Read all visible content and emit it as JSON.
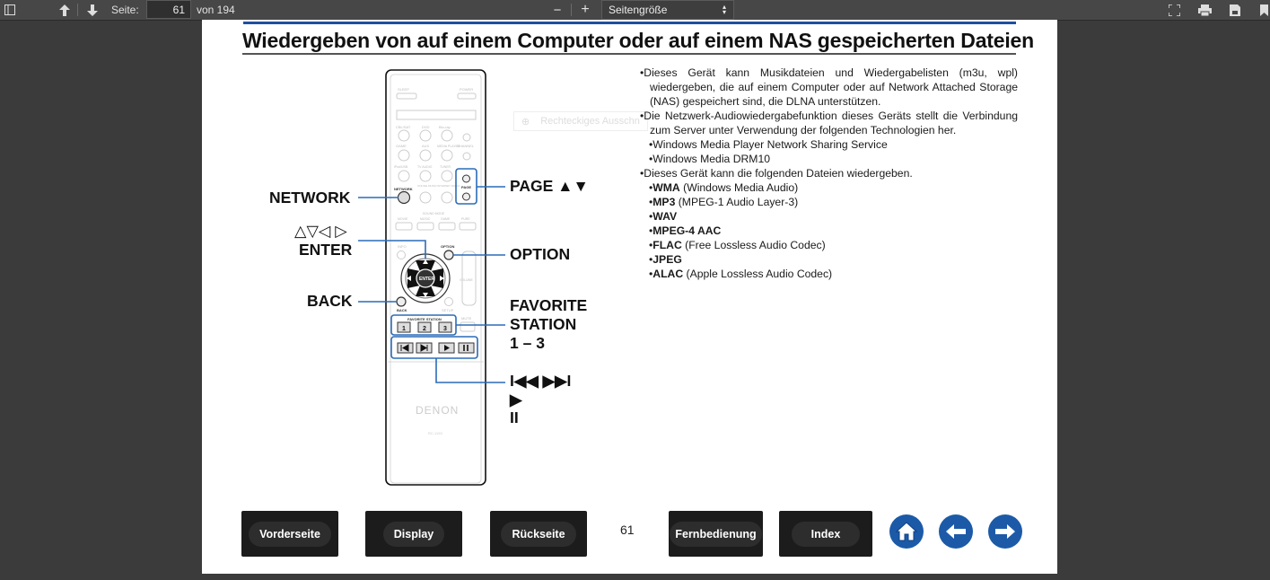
{
  "toolbar": {
    "page_label": "Seite:",
    "page_value": "61",
    "page_total": "von 194",
    "zoom_value": "Seitengröße",
    "zoom_out": "−",
    "zoom_in": "+",
    "icons": [
      "sidebar-icon",
      "arrow-up-icon",
      "arrow-down-icon",
      "fullscreen-icon",
      "print-icon",
      "save-icon",
      "bookmark-icon"
    ]
  },
  "page": {
    "title": "Wiedergeben von auf einem Computer oder auf einem NAS gespeicherten Dateien",
    "ghost_tooltip": "Rechteckiges Ausschn",
    "callouts": {
      "network": "NETWORK",
      "arrows": "△▽◁ ▷",
      "enter": "ENTER",
      "back": "BACK",
      "page": "PAGE ▲▼",
      "option": "OPTION",
      "fav1": "FAVORITE",
      "fav2": "STATION",
      "fav3": "1 – 3",
      "skip": "I◀◀ ▶▶I",
      "play": "▶",
      "pause": "II"
    },
    "remote": {
      "brand": "DENON",
      "model": "RC-1193",
      "labels": {
        "sleep": "SLEEP",
        "power": "POWER",
        "network": "NETWORK",
        "page": "PAGE",
        "option": "OPTION",
        "enter": "ENTER",
        "back": "BACK",
        "info": "INFO",
        "setup": "SETUP",
        "volume": "VOLUME",
        "mute": "MUTE",
        "fav_station": "FAVORITE STATION",
        "sound_mode": "SOUND MODE",
        "movie": "MOVIE",
        "music": "MUSIC",
        "game": "GAME",
        "pure": "PURE",
        "channel": "CHANNEL",
        "cbl_sat": "CBL/SAT",
        "dvd": "DVD",
        "bluray": "Blu-ray",
        "game_src": "GAME",
        "aux": "AUX",
        "media_player": "MEDIA PLAYER",
        "ipod_usb": "iPod/USB",
        "tv_audio": "TV AUDIO",
        "tuner": "TUNER",
        "online_music": "ONLINE MUSIC",
        "internet_radio": "INTERNET RADIO"
      },
      "fav_buttons": [
        "1",
        "2",
        "3"
      ]
    },
    "bullets": [
      {
        "type": "main",
        "text": "Dieses Gerät kann Musikdateien und Wiedergabelisten (m3u, wpl) wiedergeben, die auf einem Computer oder auf Network Attached Storage (NAS) gespeichert sind, die DLNA unterstützen."
      },
      {
        "type": "main",
        "text": "Die Netzwerk-Audiowiedergabefunktion dieses Geräts stellt die Verbindung zum Server unter Verwendung der folgenden Technologien her."
      },
      {
        "type": "sub",
        "text": "Windows Media Player Network Sharing Service"
      },
      {
        "type": "sub",
        "text": "Windows Media DRM10"
      },
      {
        "type": "main",
        "text": "Dieses Gerät kann die folgenden Dateien wiedergeben."
      }
    ],
    "formats": [
      {
        "name": "WMA",
        "desc": " (Windows Media Audio)"
      },
      {
        "name": "MP3",
        "desc": " (MPEG-1 Audio Layer-3)"
      },
      {
        "name": "WAV",
        "desc": ""
      },
      {
        "name": "MPEG-4 AAC",
        "desc": ""
      },
      {
        "name": "FLAC",
        "desc": " (Free Lossless Audio Codec)"
      },
      {
        "name": "JPEG",
        "desc": ""
      },
      {
        "name": "ALAC",
        "desc": " (Apple Lossless Audio Codec)"
      }
    ],
    "bullet_char": "•",
    "page_number": "61",
    "nav": {
      "front": "Vorderseite",
      "display": "Display",
      "rear": "Rückseite",
      "remote": "Fernbedienung",
      "index": "Index"
    }
  },
  "colors": {
    "accent_blue": "#1f4f9c",
    "callout_blue": "#2b6cb8",
    "nav_dark": "#1c1c1c",
    "circle_blue": "#1c5aa8"
  }
}
